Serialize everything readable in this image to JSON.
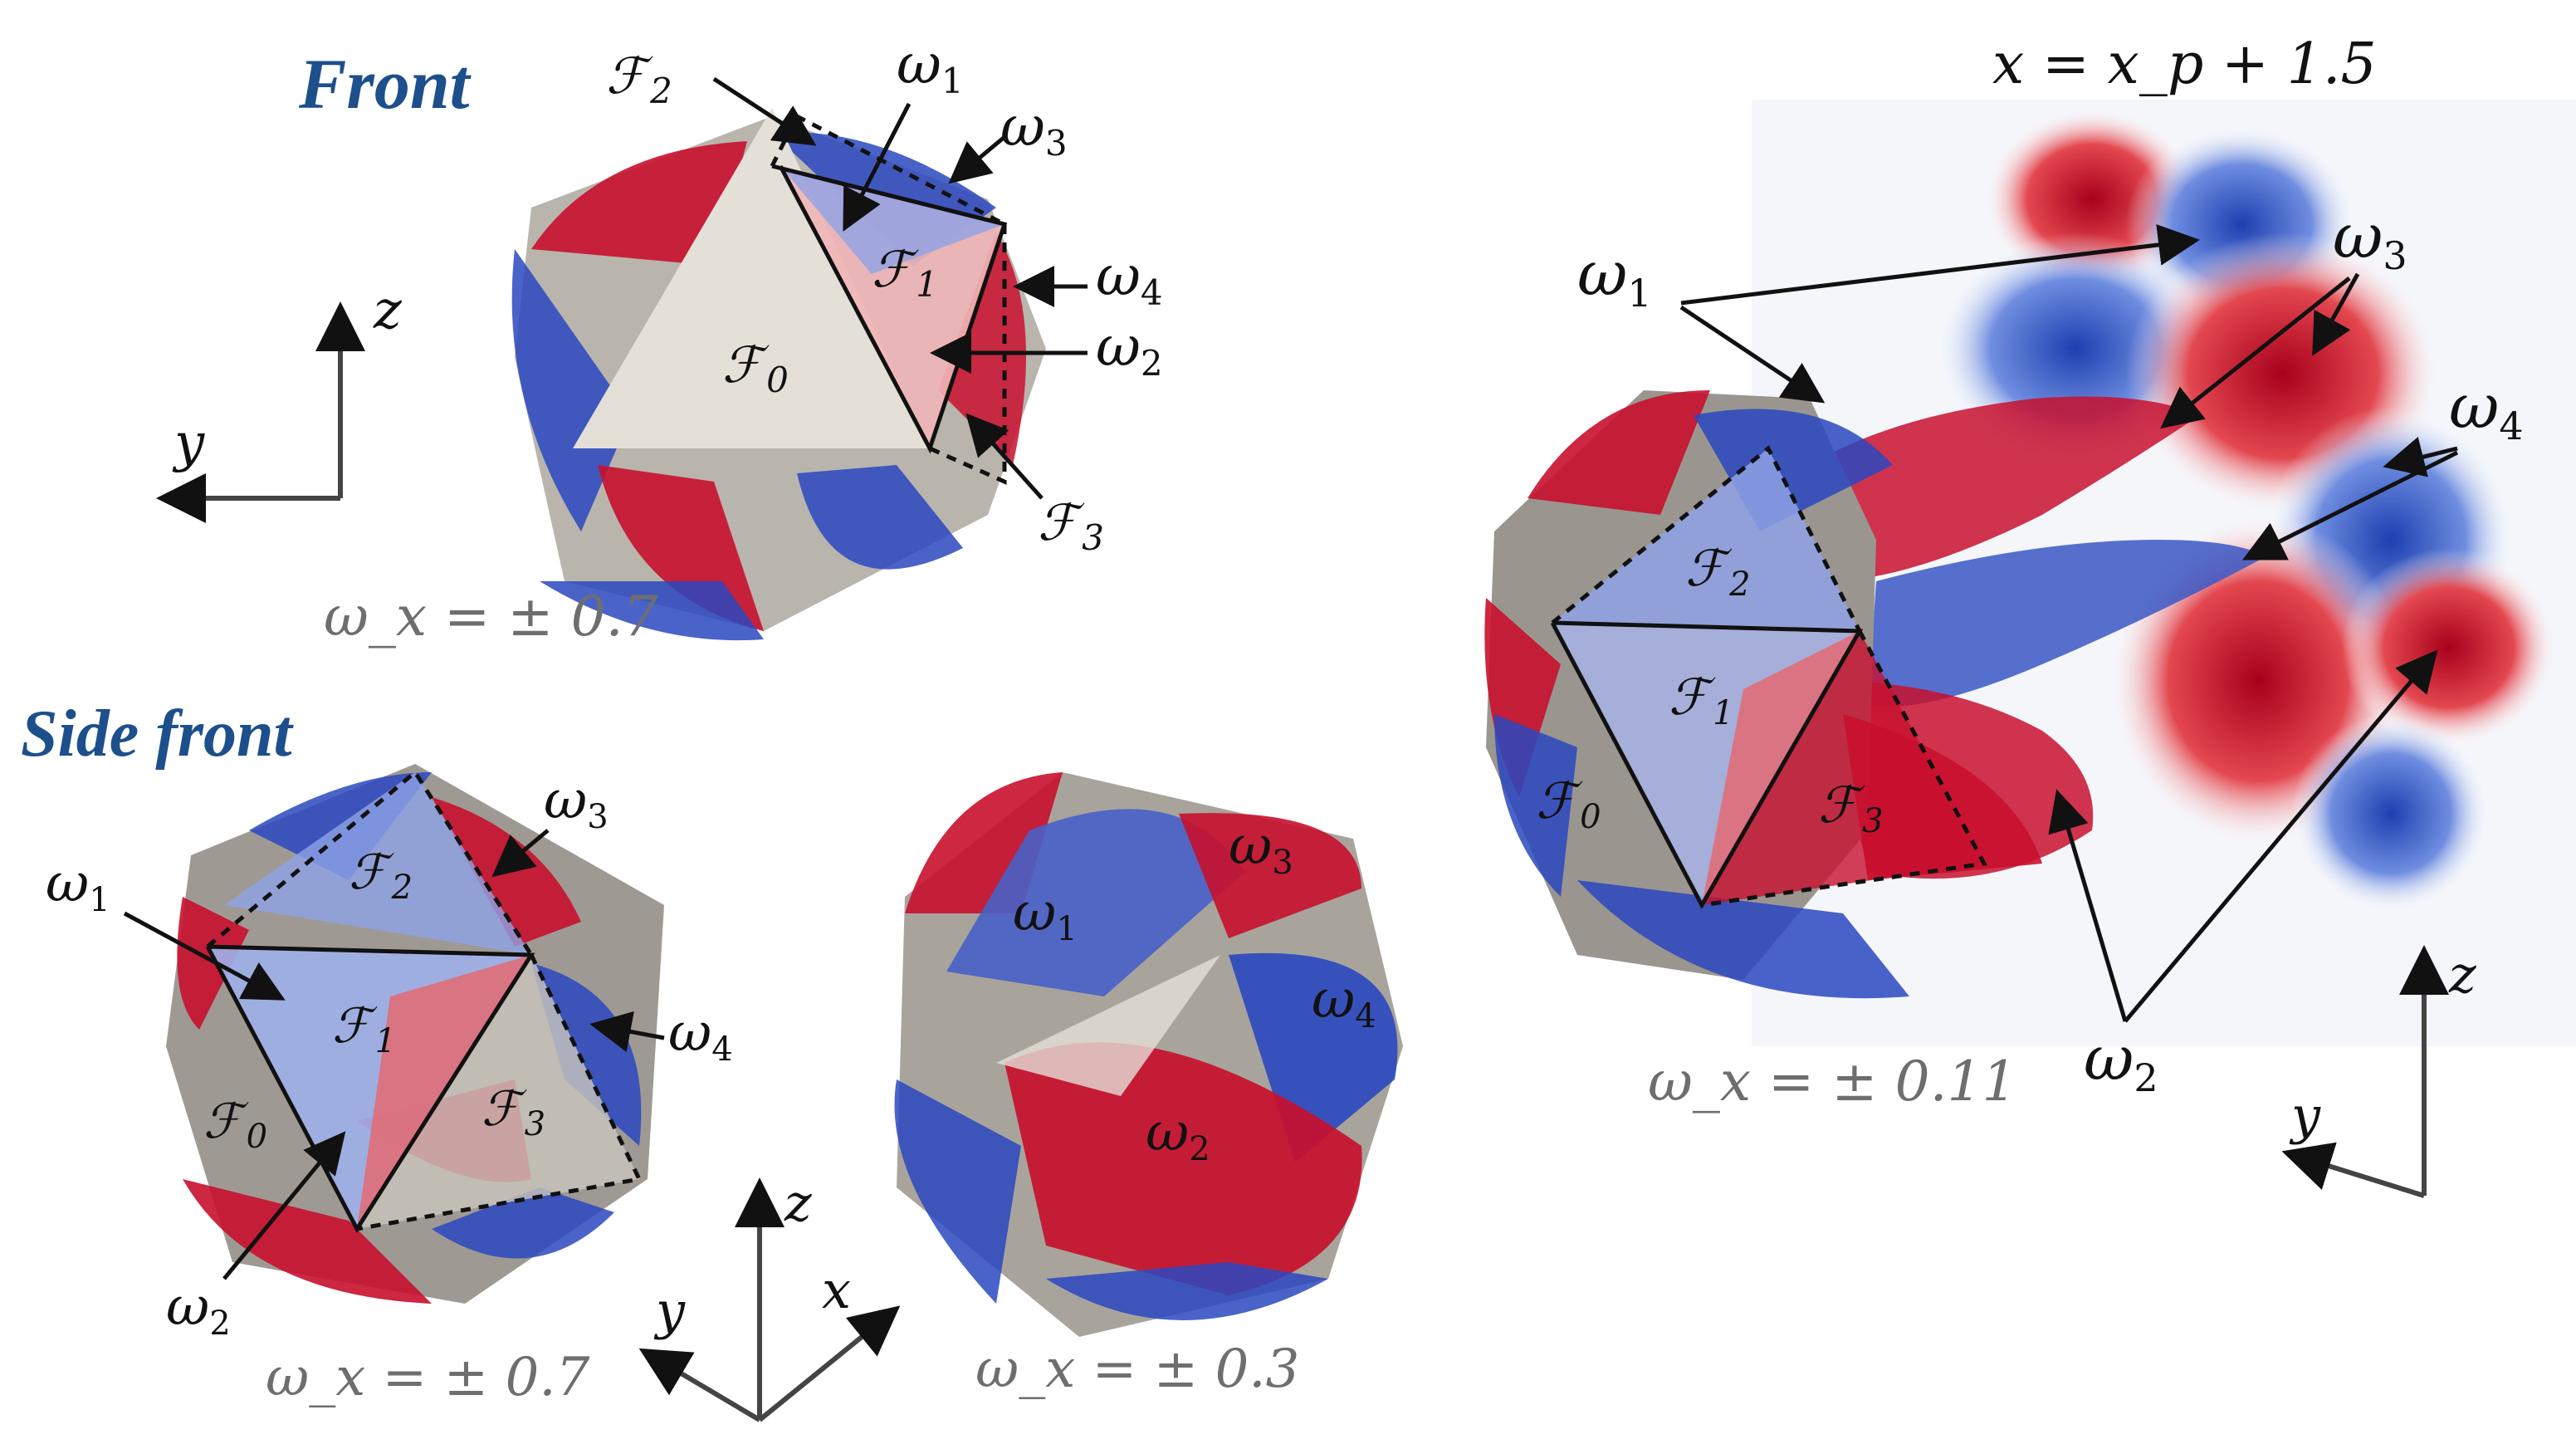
{
  "headings": {
    "front": "Front",
    "side_front": "Side front"
  },
  "panels": {
    "front": {
      "threshold": "ω_x = ± 0.7"
    },
    "side_front": {
      "threshold": "ω_x = ± 0.7"
    },
    "side_front_alt": {
      "threshold": "ω_x = ± 0.3"
    },
    "wake": {
      "threshold": "ω_x = ± 0.11",
      "slice_label": "x = x_p + 1.5"
    }
  },
  "symbols": {
    "omega": "ω",
    "face": "ℱ",
    "subscripts": [
      "0",
      "1",
      "2",
      "3",
      "4"
    ]
  },
  "axes": {
    "front": [
      "z",
      "y"
    ],
    "side_front": [
      "z",
      "y",
      "x"
    ],
    "wake": [
      "z",
      "y"
    ]
  },
  "colors": {
    "negative_vorticity": "#1f3fb8",
    "positive_vorticity": "#c8102e",
    "faces": "#d9d5cc",
    "heading_blue": "#1d4f8c",
    "annotation_grey": "#6e6e6e"
  }
}
